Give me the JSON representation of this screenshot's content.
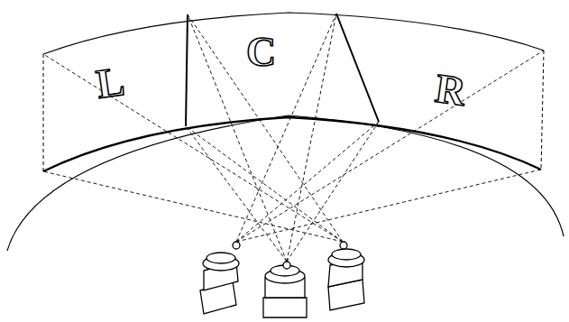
{
  "diagram": {
    "nodes": [
      {
        "text": [
          "L"
        ]
      },
      {
        "text": [
          "C"
        ]
      },
      {
        "text": [
          "R"
        ]
      }
    ]
  }
}
